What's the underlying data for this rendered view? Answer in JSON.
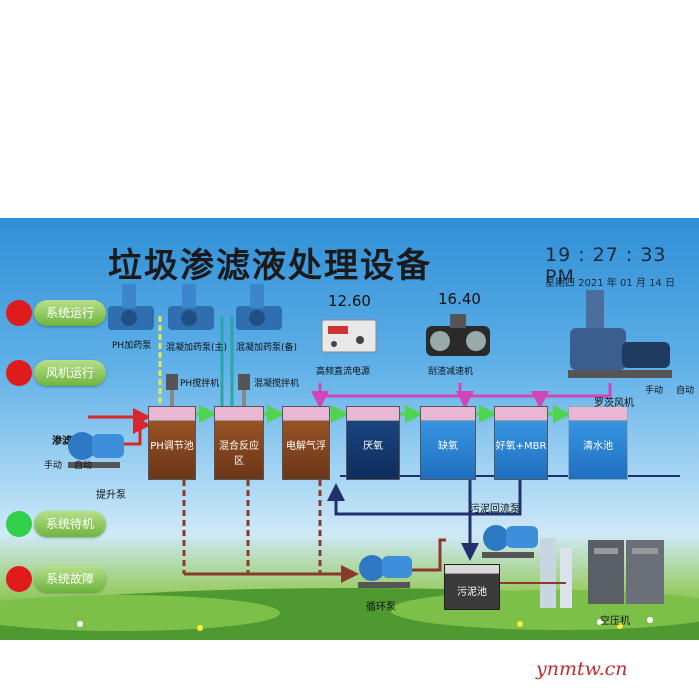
{
  "title": "垃圾渗滤液处理设备",
  "clock": {
    "time": "19 : 27 : 33  PM",
    "date": "星期四  2021 年 01 月 14 日"
  },
  "status": {
    "system_running": "系统运行",
    "fan_running": "风机运行",
    "system_standby": "系统待机",
    "system_fault": "系统故障"
  },
  "colors": {
    "red": "#e01b1b",
    "green": "#2fd04a",
    "flow_red": "#d8262a",
    "flow_green": "#4fd44f",
    "flow_pink": "#d046b8",
    "flow_navy": "#23306e",
    "flow_yellow": "#e6e84a",
    "flow_teal": "#2aa7a3"
  },
  "equipment": {
    "ph_dosing_pump": "PH加药泵",
    "coag_pump_main": "混凝加药泵(主)",
    "coag_pump_backup": "混凝加药泵(备)",
    "ph_mixer": "PH搅拌机",
    "coag_mixer": "混凝搅拌机",
    "hf_power": "高频直流电源",
    "hf_value": "12.60",
    "skimmer": "刮渣减速机",
    "skimmer_value": "16.40",
    "roots_blower": "罗茨风机",
    "manual": "手动",
    "auto": "自动",
    "leachate": "渗滤液",
    "lift_pump": "提升泵",
    "manual2": "手动",
    "auto2": "自动",
    "sludge_return_pump": "污泥回流泵",
    "circulation_pump": "循环泵",
    "sludge_tank": "污泥池",
    "air_compressor": "空压机"
  },
  "tanks": {
    "ph_adjust": "PH调节池",
    "mixing": "混合反应区",
    "electrolysis": "电解气浮",
    "anaerobic": "厌氧",
    "anoxic": "缺氧",
    "aerobic_mbr": "好氧+MBR",
    "clear_water": "清水池"
  },
  "watermark": "ynmtw.cn"
}
